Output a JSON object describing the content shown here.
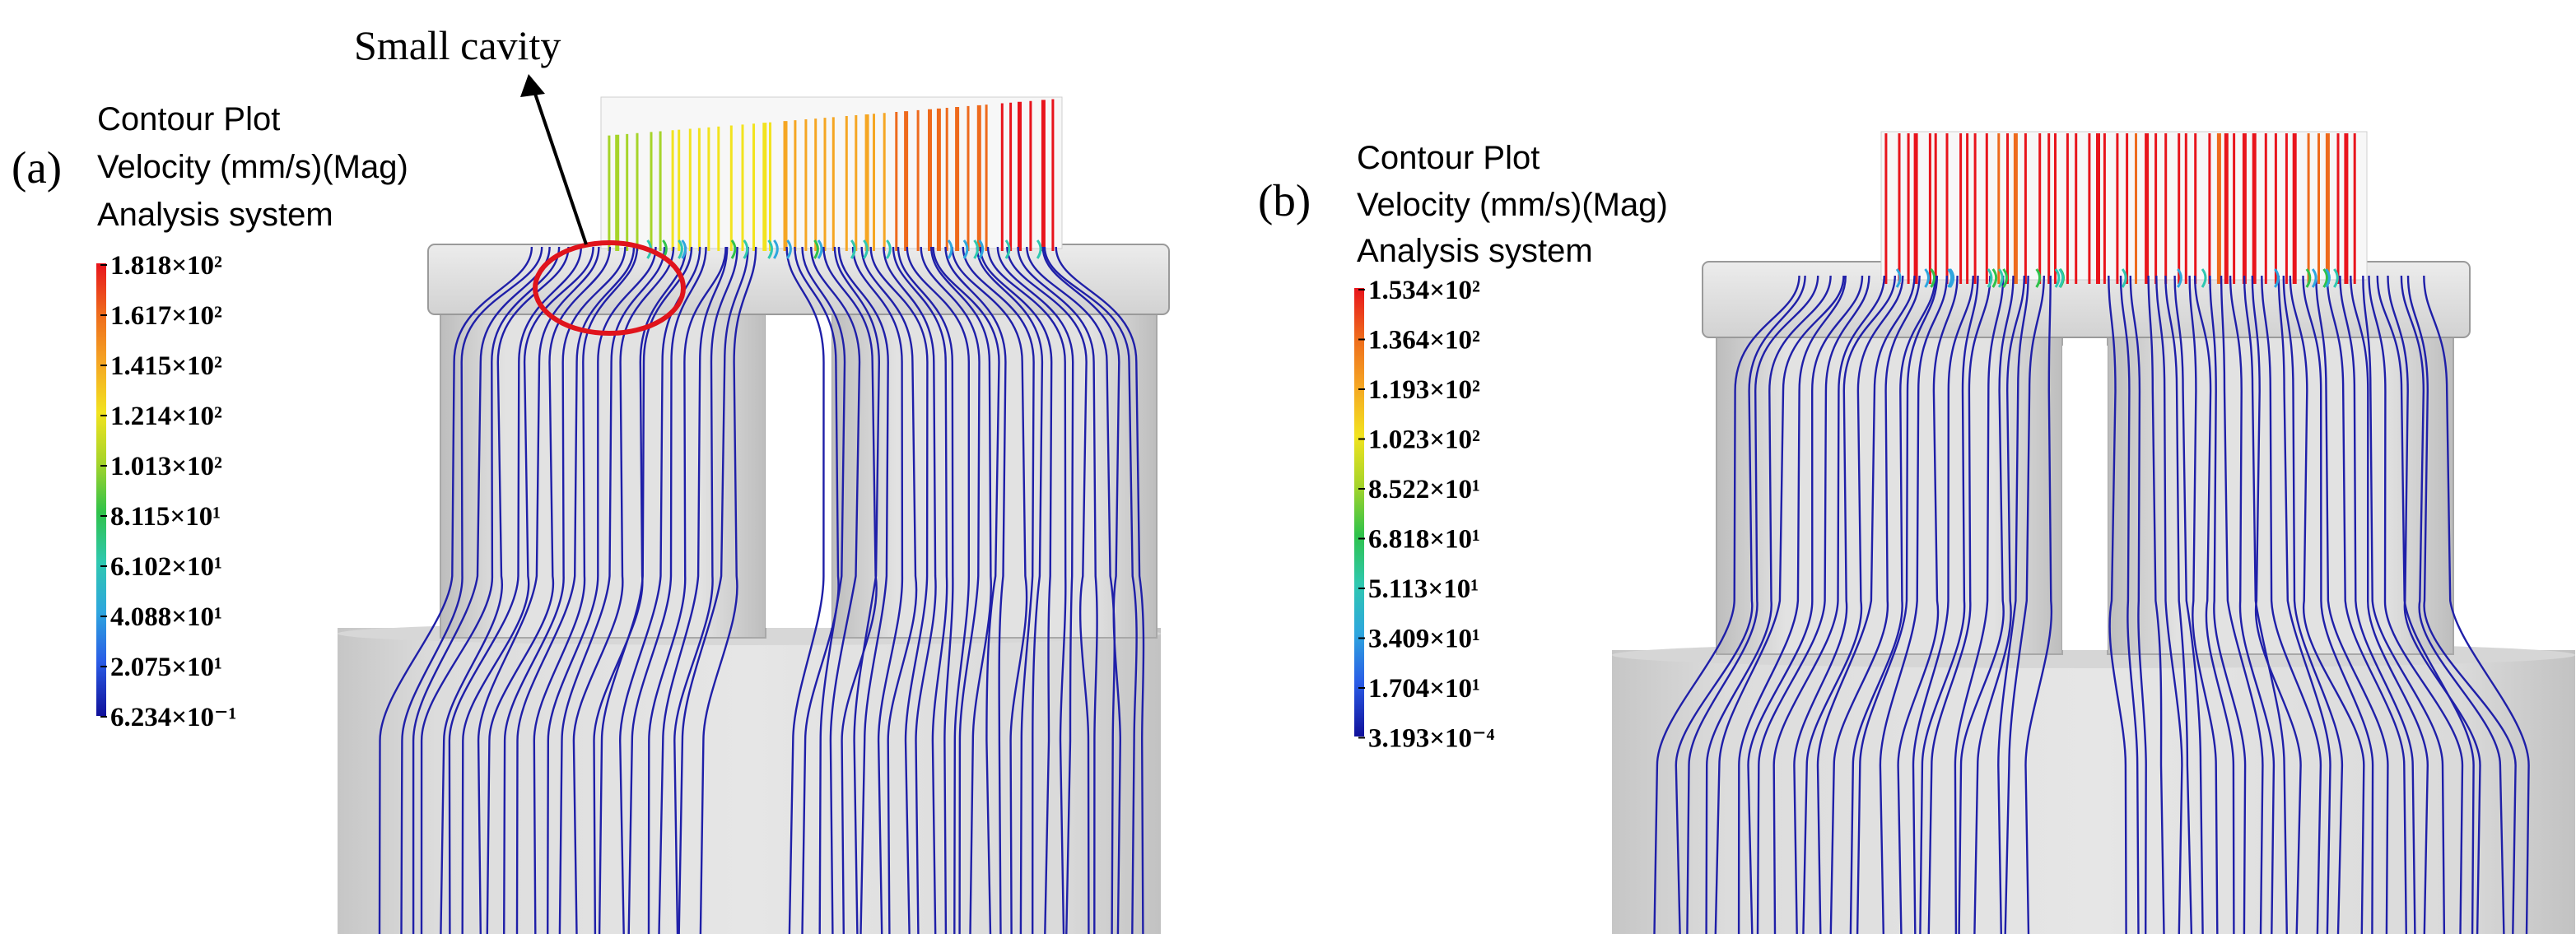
{
  "annotation": {
    "small_cavity": "Small cavity"
  },
  "panels": [
    {
      "id": "a",
      "label": "(a)",
      "legend_title": [
        "Contour Plot",
        "Velocity (mm/s)(Mag)",
        "Analysis system"
      ],
      "ticks": [
        "1.818×10²",
        "1.617×10²",
        "1.415×10²",
        "1.214×10²",
        "1.013×10²",
        "8.115×10¹",
        "6.102×10¹",
        "4.088×10¹",
        "2.075×10¹",
        "6.234×10⁻¹"
      ]
    },
    {
      "id": "b",
      "label": "(b)",
      "legend_title": [
        "Contour Plot",
        "Velocity (mm/s)(Mag)",
        "Analysis system"
      ],
      "ticks": [
        "1.534×10²",
        "1.364×10²",
        "1.193×10²",
        "1.023×10²",
        "8.522×10¹",
        "6.818×10¹",
        "5.113×10¹",
        "3.409×10¹",
        "1.704×10¹",
        "3.193×10⁻⁴"
      ]
    }
  ],
  "colors": {
    "scale": [
      "#e8141c",
      "#ee6a1c",
      "#f5a623",
      "#f2e31f",
      "#a6d42a",
      "#2fc24a",
      "#2fc8b0",
      "#2ea6de",
      "#2a5ce6",
      "#10109a"
    ],
    "streamline": "#1f1fa8",
    "solid": "#dedede",
    "cavity_marker": "#e0141c"
  }
}
